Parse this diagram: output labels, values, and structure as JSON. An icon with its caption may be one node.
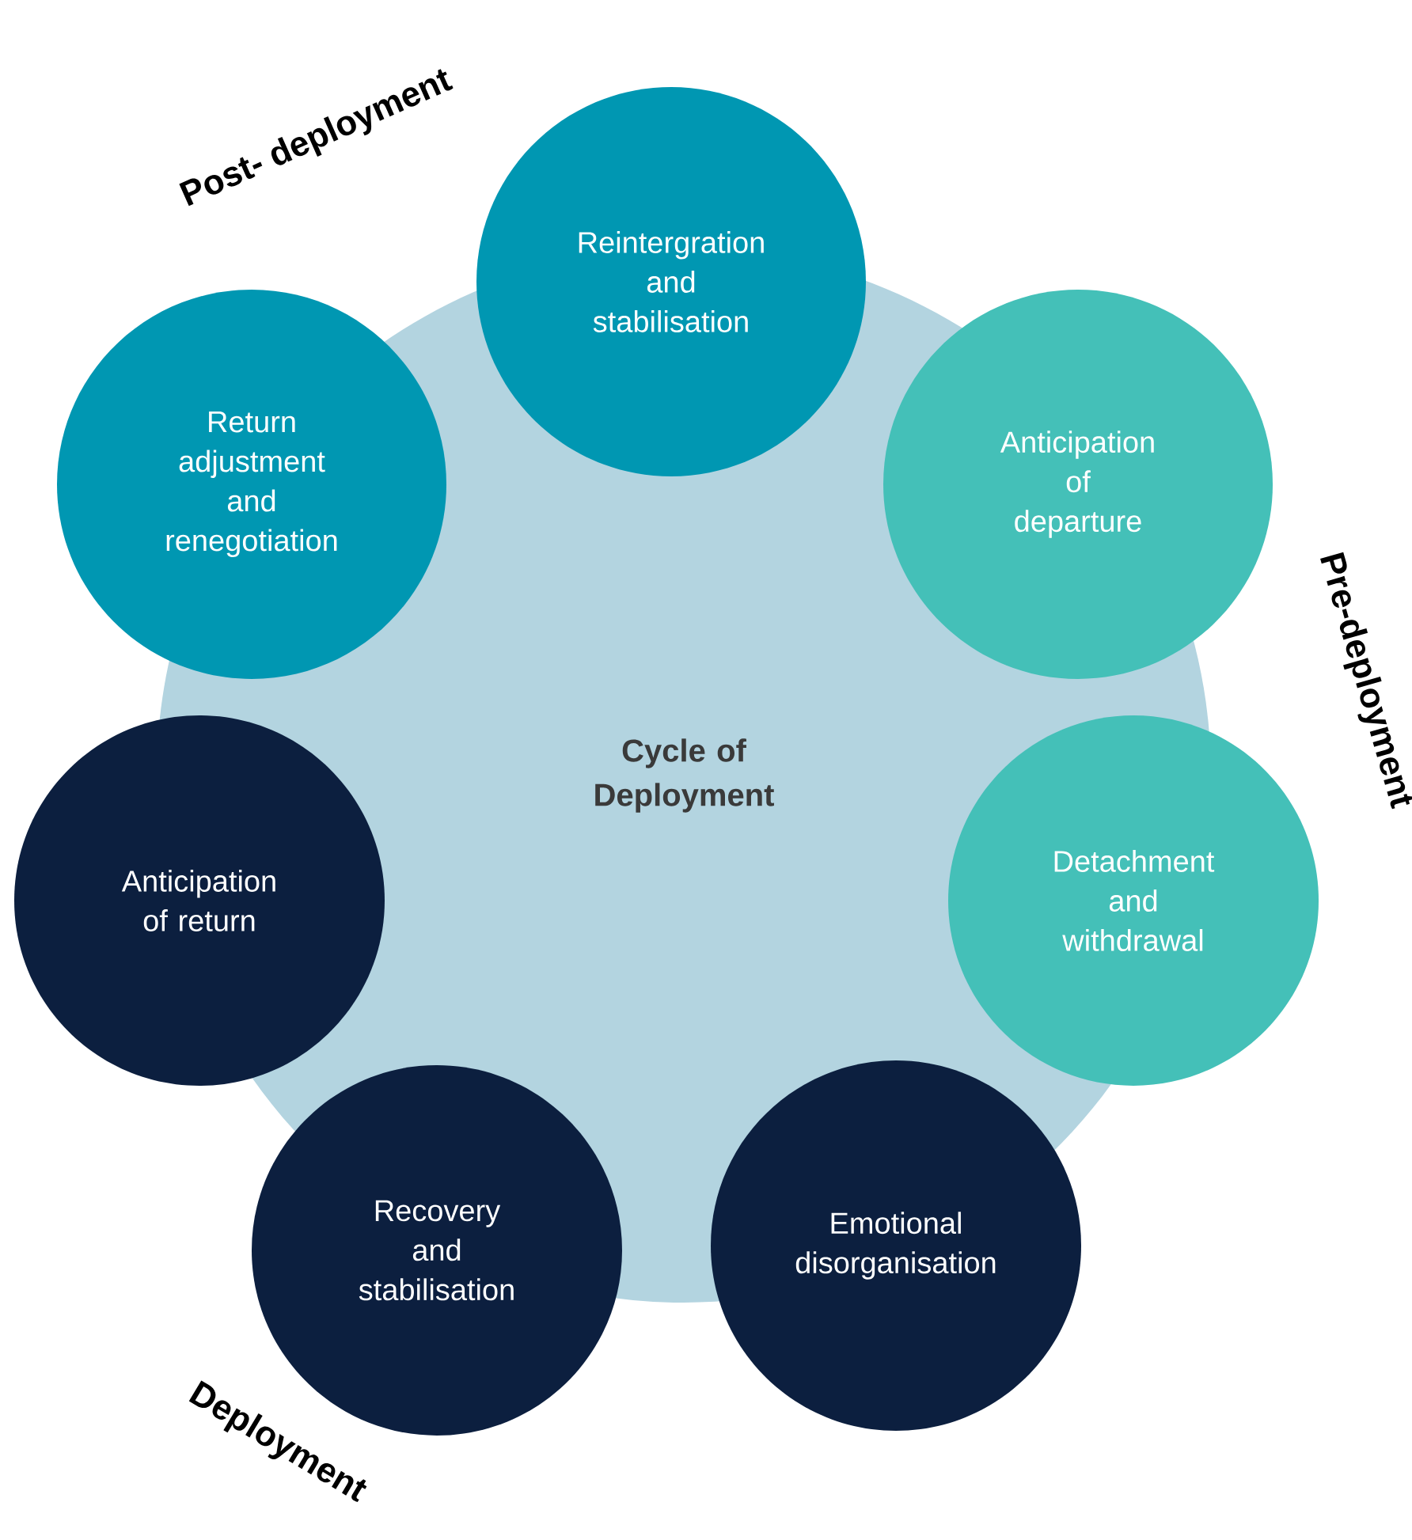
{
  "diagram": {
    "nodes": [
      {
        "text": [
          "Cycle of Deployment"
        ]
      },
      {
        "text": [
          "Reintergration and stabilisation"
        ]
      },
      {
        "text": [
          "Anticipation of departure"
        ]
      },
      {
        "text": [
          "Detachment and withdrawal"
        ]
      },
      {
        "text": [
          "Emotional disorganisation"
        ]
      },
      {
        "text": [
          "Recovery and stabilisation"
        ]
      },
      {
        "text": [
          "Anticipation of return"
        ]
      },
      {
        "text": [
          "Return adjustment and renegotiation"
        ]
      }
    ],
    "labels": [
      "Post- deployment",
      "Pre-deployment",
      "Deployment"
    ]
  }
}
